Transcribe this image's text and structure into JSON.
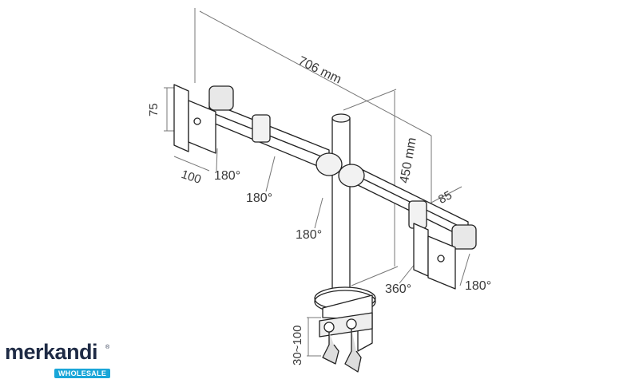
{
  "dimensions": {
    "width_total": "706 mm",
    "height_pole": "450 mm",
    "vesa_vertical": "75",
    "vesa_horizontal": "100",
    "arm_offset": "85",
    "clamp_range": "30~100"
  },
  "rotations": {
    "left_head": "180°",
    "left_arm": "180°",
    "center": "180°",
    "base": "360°",
    "right_head": "180°"
  },
  "brand": {
    "name": "merkandi",
    "tagline": "WHOLESALE",
    "registered": "®",
    "colors": {
      "primary": "#1f2b45",
      "accent": "#1aa6d8"
    }
  }
}
